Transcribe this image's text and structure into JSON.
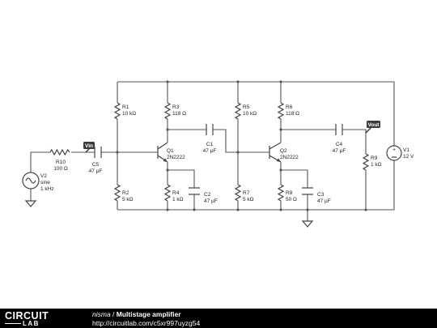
{
  "components": {
    "R1": {
      "name": "R1",
      "value": "10 kΩ"
    },
    "R2": {
      "name": "R2",
      "value": "5 kΩ"
    },
    "R3": {
      "name": "R3",
      "value": "118 Ω"
    },
    "R4": {
      "name": "R4",
      "value": "1 kΩ"
    },
    "R5": {
      "name": "R5",
      "value": "10 kΩ"
    },
    "R6": {
      "name": "R6",
      "value": "118 Ω"
    },
    "R7": {
      "name": "R7",
      "value": "5 kΩ"
    },
    "R8": {
      "name": "R8",
      "value": "50 Ω"
    },
    "R9": {
      "name": "R9",
      "value": "1 kΩ"
    },
    "R10": {
      "name": "R10",
      "value": "100 Ω"
    },
    "C1": {
      "name": "C1",
      "value": "47 µF"
    },
    "C2": {
      "name": "C2",
      "value": "47 µF"
    },
    "C3": {
      "name": "C3",
      "value": "47 µF"
    },
    "C4": {
      "name": "C4",
      "value": "47 µF"
    },
    "C5": {
      "name": "C5",
      "value": "47 µF"
    },
    "Q1": {
      "name": "Q1",
      "model": "2N2222"
    },
    "Q2": {
      "name": "Q2",
      "model": "2N2222"
    },
    "V1": {
      "name": "V1",
      "value": "12 V"
    },
    "V2": {
      "name": "V2",
      "type": "sine",
      "freq": "1 kHz"
    }
  },
  "labels": {
    "vin": "Vin",
    "vout": "Vout"
  },
  "footer": {
    "logo_top": "CIRCUIT",
    "logo_bottom": "LAB",
    "author": "nisma",
    "separator": " / ",
    "title": "Multistage amplifier",
    "url": "http://circuitlab.com/c5xr997uyzg54"
  },
  "colors": {
    "tag_fill": "#3a3a3a",
    "footer_bg": "#000000",
    "wire": "#555555"
  }
}
